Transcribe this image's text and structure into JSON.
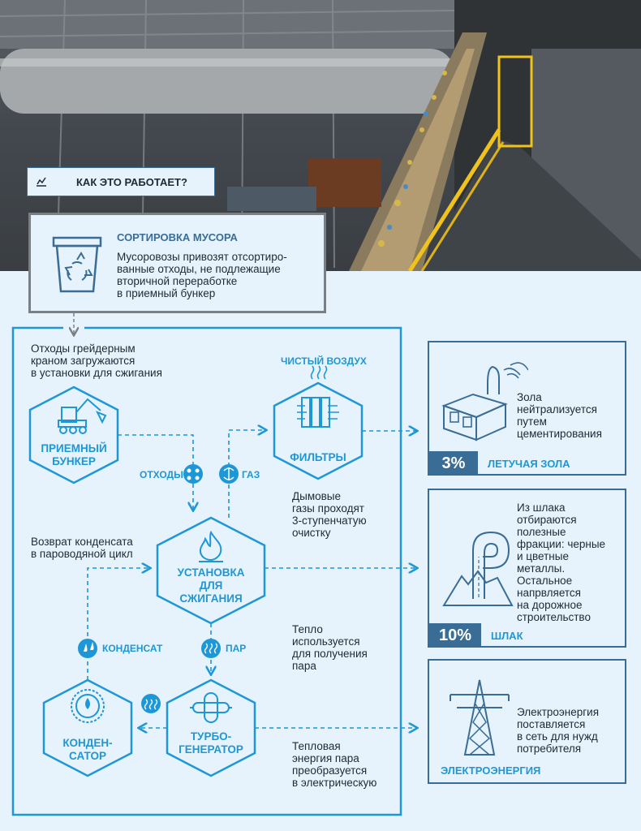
{
  "header": {
    "how_it_works": "КАК ЭТО РАБОТАЕТ?"
  },
  "sorting": {
    "title": "СОРТИРОВКА МУСОРА",
    "text": [
      "Мусоровозы привозят отсортиро-",
      "ванные отходы, не подлежащие",
      "вторичной переработке",
      "в приемный бункер"
    ]
  },
  "flow": {
    "crane_text": [
      "Отходы грейдерным",
      "краном загружаются",
      "в установки для сжигания"
    ],
    "bunker": [
      "ПРИЕМНЫЙ",
      "БУНКЕР"
    ],
    "clean_air": "ЧИСТЫЙ ВОЗДУХ",
    "filters": "ФИЛЬТРЫ",
    "waste_label": "ОТХОДЫ",
    "gas_label": "ГАЗ",
    "flue_text": [
      "Дымовые",
      "газы проходят",
      "3-ступенчатую",
      "очистку"
    ],
    "condensate_return": [
      "Возврат конденсата",
      "в пароводяной цикл"
    ],
    "incinerator": [
      "УСТАНОВКА",
      "ДЛЯ",
      "СЖИГАНИЯ"
    ],
    "condensate_label": "КОНДЕНСАТ",
    "steam_label": "ПАР",
    "heat_text": [
      "Тепло",
      "используется",
      "для получения",
      "пара"
    ],
    "condenser": [
      "КОНДЕН-",
      "САТОР"
    ],
    "turbo": [
      "ТУРБО-",
      "ГЕНЕРАТОР"
    ],
    "thermal_text": [
      "Тепловая",
      "энергия пара",
      "преобразуется",
      "в электрическую"
    ]
  },
  "ash": {
    "text": [
      "Зола",
      "нейтрализуется",
      "путем",
      "цементирования"
    ],
    "percent": "3%",
    "label": "ЛЕТУЧАЯ ЗОЛА"
  },
  "slag": {
    "text": [
      "Из шлака",
      "отбираются",
      "полезные",
      "фракции: черные",
      "и цветные",
      "металлы.",
      "Остальное",
      "напрвляется",
      "на дорожное",
      "строительство"
    ],
    "percent": "10%",
    "label": "ШЛАК"
  },
  "electricity": {
    "text": [
      "Электроэнергия",
      "поставляется",
      "в сеть для нужд",
      "потребителя"
    ],
    "label": "ЭЛЕКТРОЭНЕРГИЯ"
  },
  "colors": {
    "accent": "#1d97d6",
    "navy": "#3a6d95",
    "background": "#e6f3fc"
  }
}
